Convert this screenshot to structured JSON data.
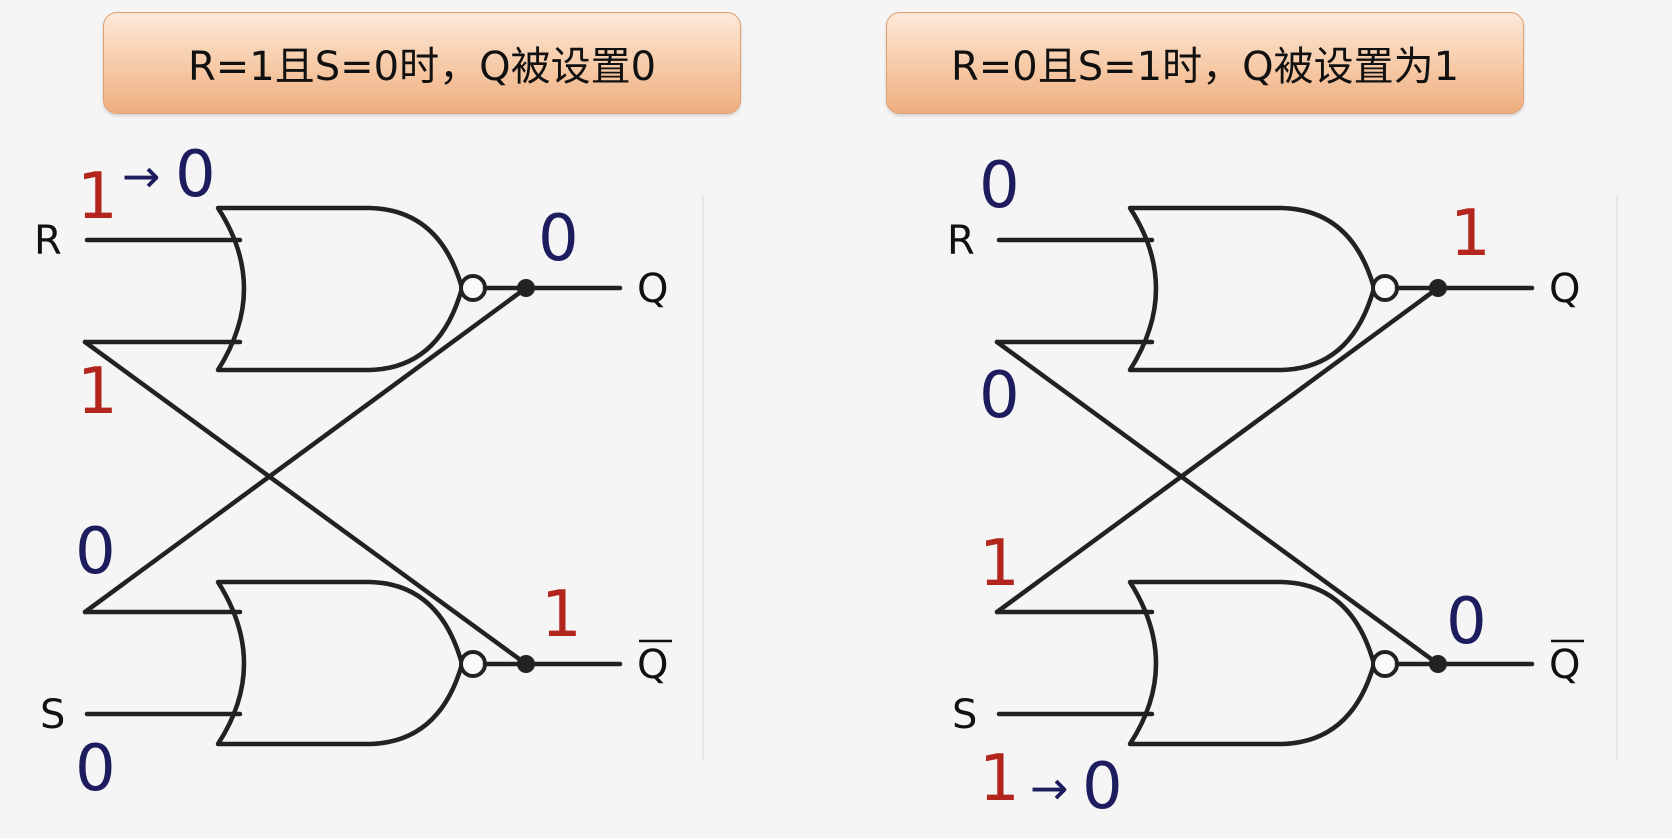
{
  "panels": [
    {
      "title": "R=1且S=0时，Q被设置0",
      "pins": {
        "r": "R",
        "s": "S",
        "q": "Q",
        "qbar": "Q"
      },
      "levels": {
        "r_input_from": "1",
        "r_input_arrow": "→",
        "r_input_to": "0",
        "upper_gate_lower_input": "1",
        "q_output": "0",
        "lower_gate_upper_input": "0",
        "qbar_output": "1",
        "s_input": "0"
      }
    },
    {
      "title": "R=0且S=1时，Q被设置为1",
      "pins": {
        "r": "R",
        "s": "S",
        "q": "Q",
        "qbar": "Q"
      },
      "levels": {
        "r_input": "0",
        "q_output": "1",
        "upper_gate_lower_input": "0",
        "lower_gate_upper_input": "1",
        "qbar_output": "0",
        "s_input_from": "1",
        "s_input_arrow": "→",
        "s_input_to": "0"
      }
    }
  ],
  "colors": {
    "logic_high": "#b3261e",
    "logic_low": "#1c1c5e",
    "title_bg": "#f6c9a5"
  }
}
